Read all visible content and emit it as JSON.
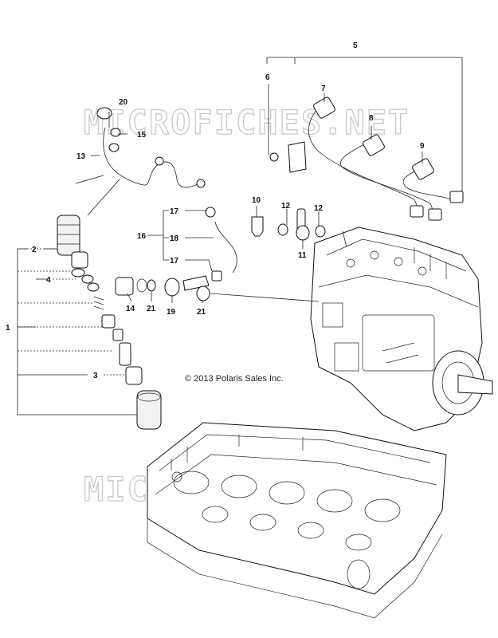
{
  "watermarks": [
    "MICROFICHES.NET",
    "MICROFICHES.NET"
  ],
  "copyright": "© 2013 Polaris Sales Inc.",
  "callouts": {
    "c1": "1",
    "c2": "2",
    "c3": "3",
    "c4": "4",
    "c5": "5",
    "c6": "6",
    "c7": "7",
    "c8": "8",
    "c9": "9",
    "c10": "10",
    "c11": "11",
    "c12a": "12",
    "c12b": "12",
    "c13": "13",
    "c14": "14",
    "c15": "15",
    "c16": "16",
    "c17a": "17",
    "c17b": "17",
    "c18": "18",
    "c19": "19",
    "c20": "20",
    "c21a": "21",
    "c21b": "21"
  }
}
